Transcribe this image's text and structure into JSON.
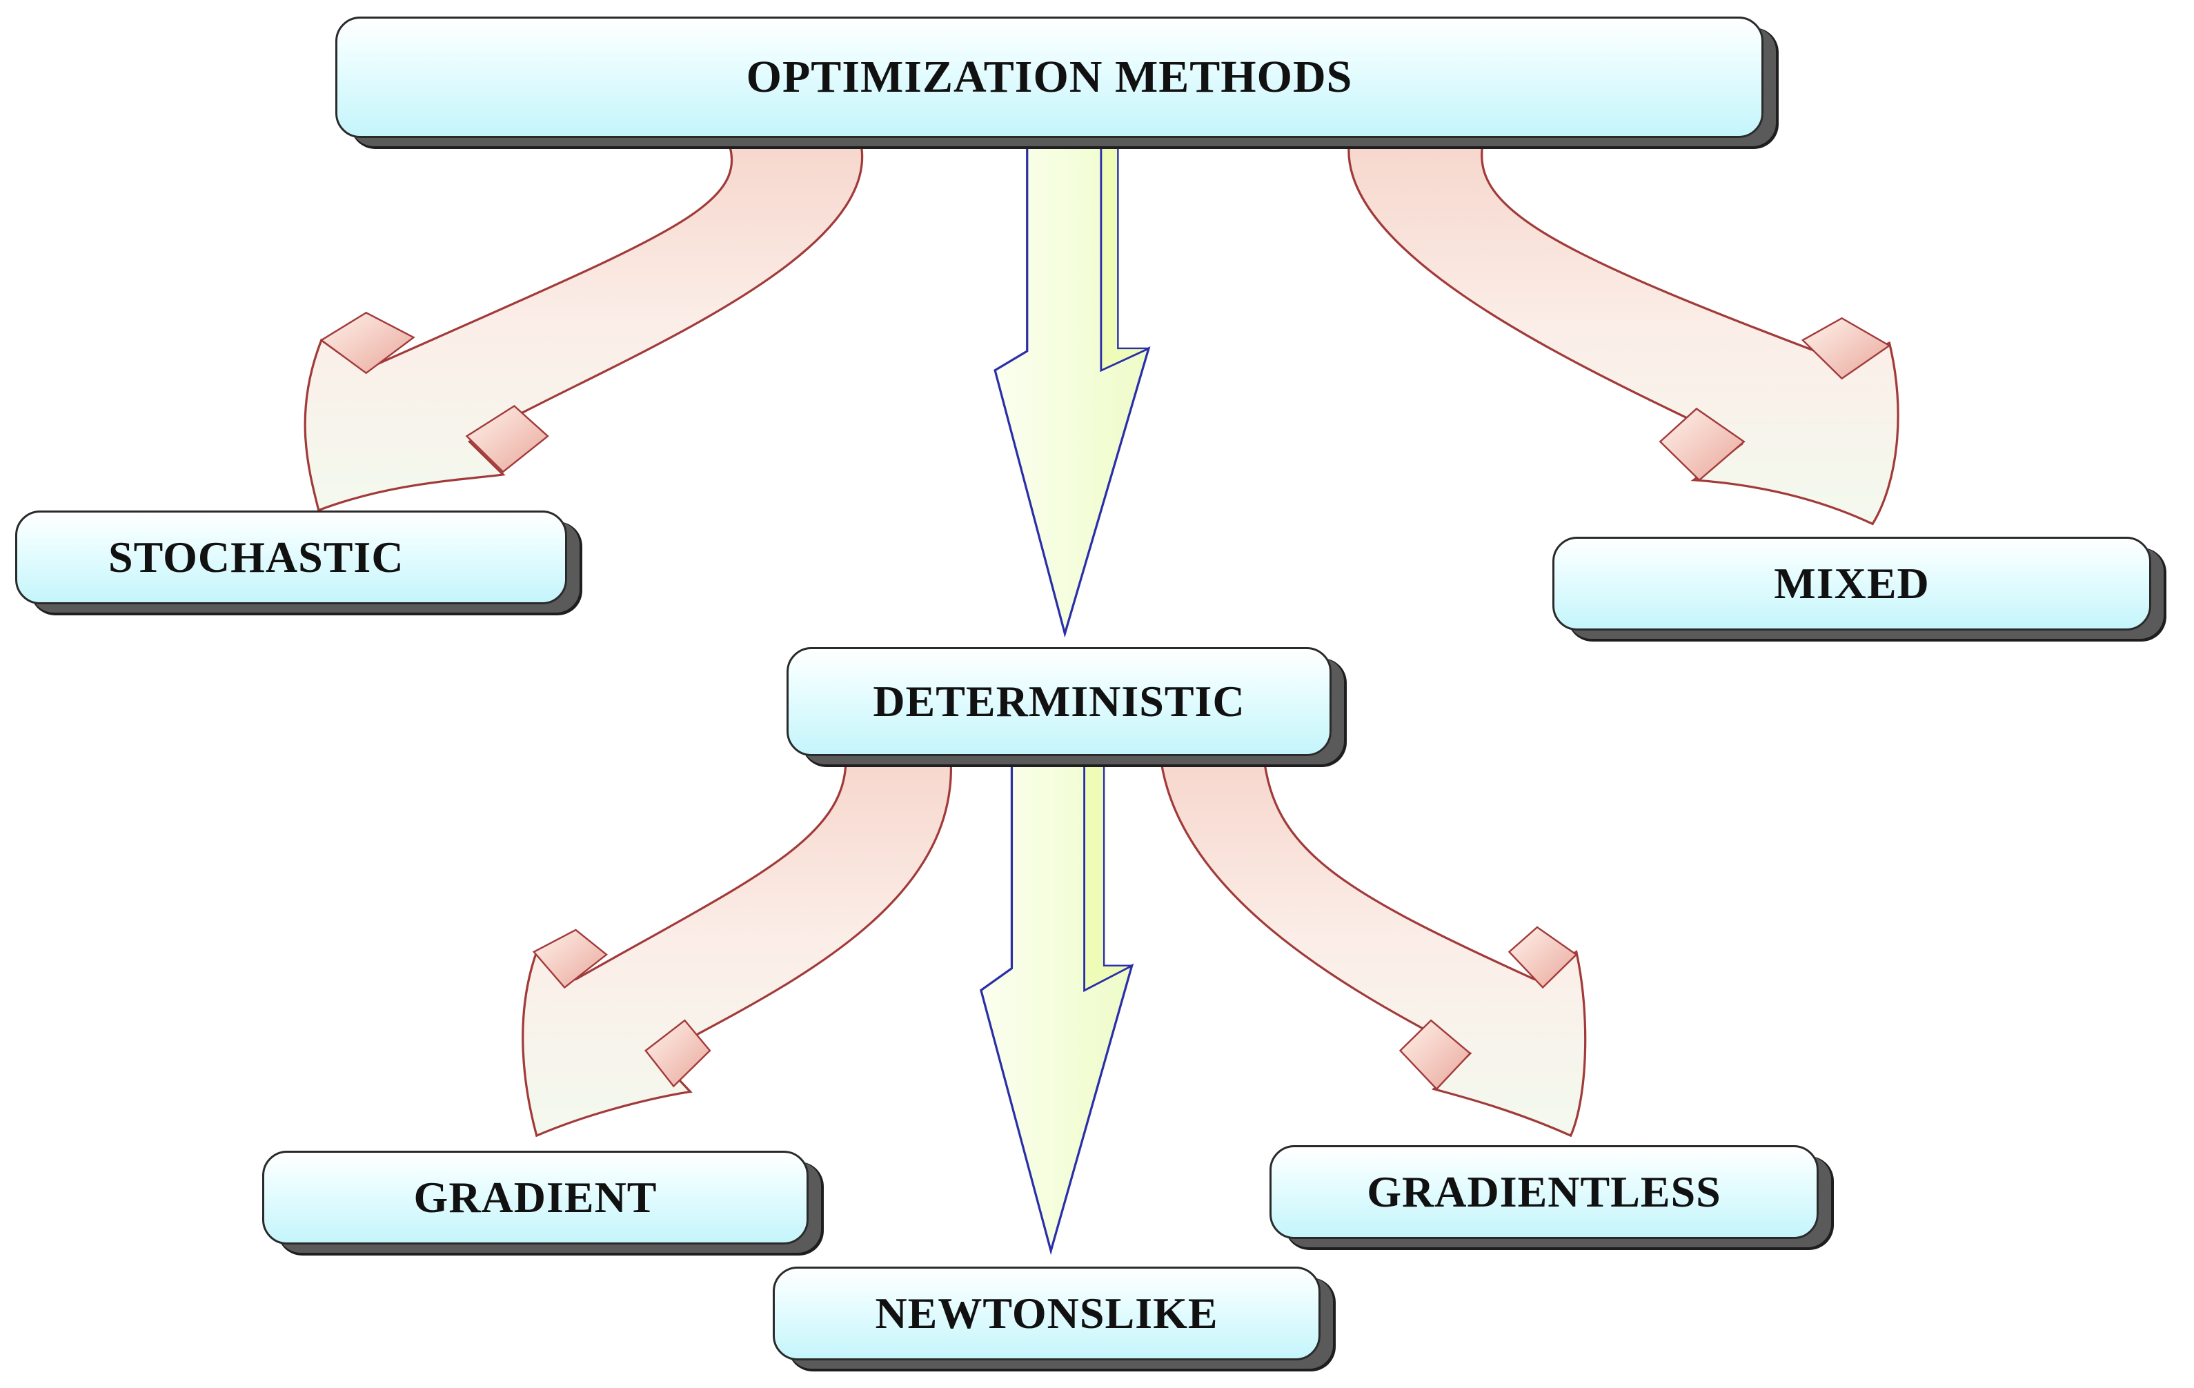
{
  "diagram": {
    "nodes": {
      "root": {
        "label": "OPTIMIZATION METHODS"
      },
      "stochastic": {
        "label": "STOCHASTIC"
      },
      "deterministic": {
        "label": "DETERMINISTIC"
      },
      "mixed": {
        "label": "MIXED"
      },
      "gradient": {
        "label": "GRADIENT"
      },
      "newtonslike": {
        "label": "NEWTONSLIKE"
      },
      "gradientless": {
        "label": "GRADIENTLESS"
      }
    },
    "edges": [
      {
        "from": "OPTIMIZATION METHODS",
        "to": "STOCHASTIC",
        "style": "curved"
      },
      {
        "from": "OPTIMIZATION METHODS",
        "to": "DETERMINISTIC",
        "style": "straight"
      },
      {
        "from": "OPTIMIZATION METHODS",
        "to": "MIXED",
        "style": "curved"
      },
      {
        "from": "DETERMINISTIC",
        "to": "GRADIENT",
        "style": "curved"
      },
      {
        "from": "DETERMINISTIC",
        "to": "NEWTONSLIKE",
        "style": "straight"
      },
      {
        "from": "DETERMINISTIC",
        "to": "GRADIENTLESS",
        "style": "curved"
      }
    ],
    "colors": {
      "curved_arrow_fill": "#fbeee6",
      "curved_arrow_stroke": "#a23a3a",
      "straight_arrow_fill": "#f7fde0",
      "straight_arrow_stroke": "#2a2fa8",
      "node_fill": "#c4f5fb",
      "node_border": "#2a2a2a",
      "node_shadow": "#5a5a5a"
    }
  }
}
